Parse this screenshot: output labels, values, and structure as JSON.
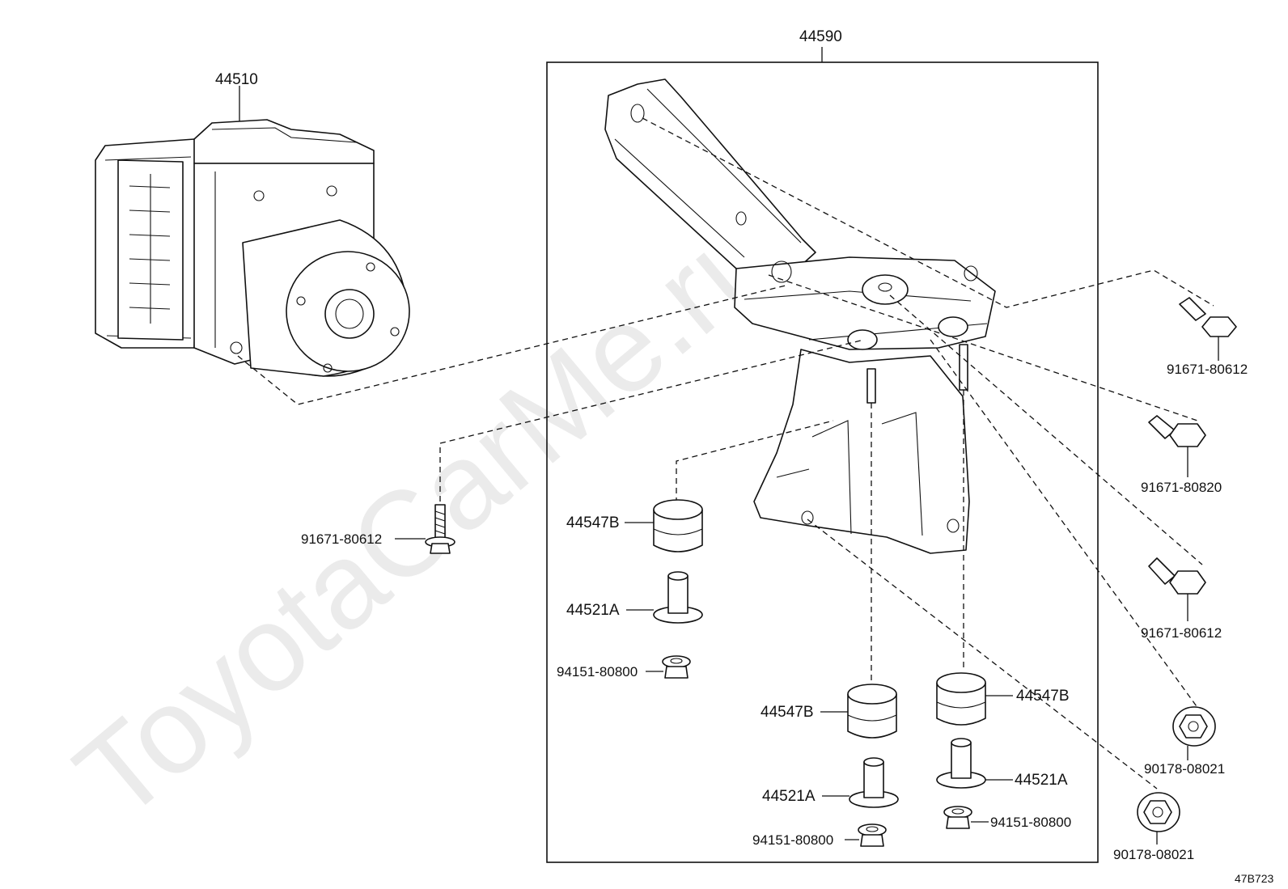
{
  "diagram": {
    "watermark": "ToyotaCarMe.ru",
    "figure_code": "47B723",
    "labels": {
      "assembly_44590": "44590",
      "actuator_44510": "44510",
      "bolt_left": "91671-80612",
      "bolt_right_top": "91671-80612",
      "bolt_right_mid": "91671-80820",
      "bolt_right_low": "91671-80612",
      "nut_right_1": "90178-08021",
      "nut_right_2": "90178-08021",
      "cushion_left": "44547B",
      "collar_left": "44521A",
      "nut_left": "94151-80800",
      "cushion_mid": "44547B",
      "collar_mid": "44521A",
      "nut_mid": "94151-80800",
      "cushion_right": "44547B",
      "collar_right": "44521A",
      "nut_right": "94151-80800"
    }
  }
}
